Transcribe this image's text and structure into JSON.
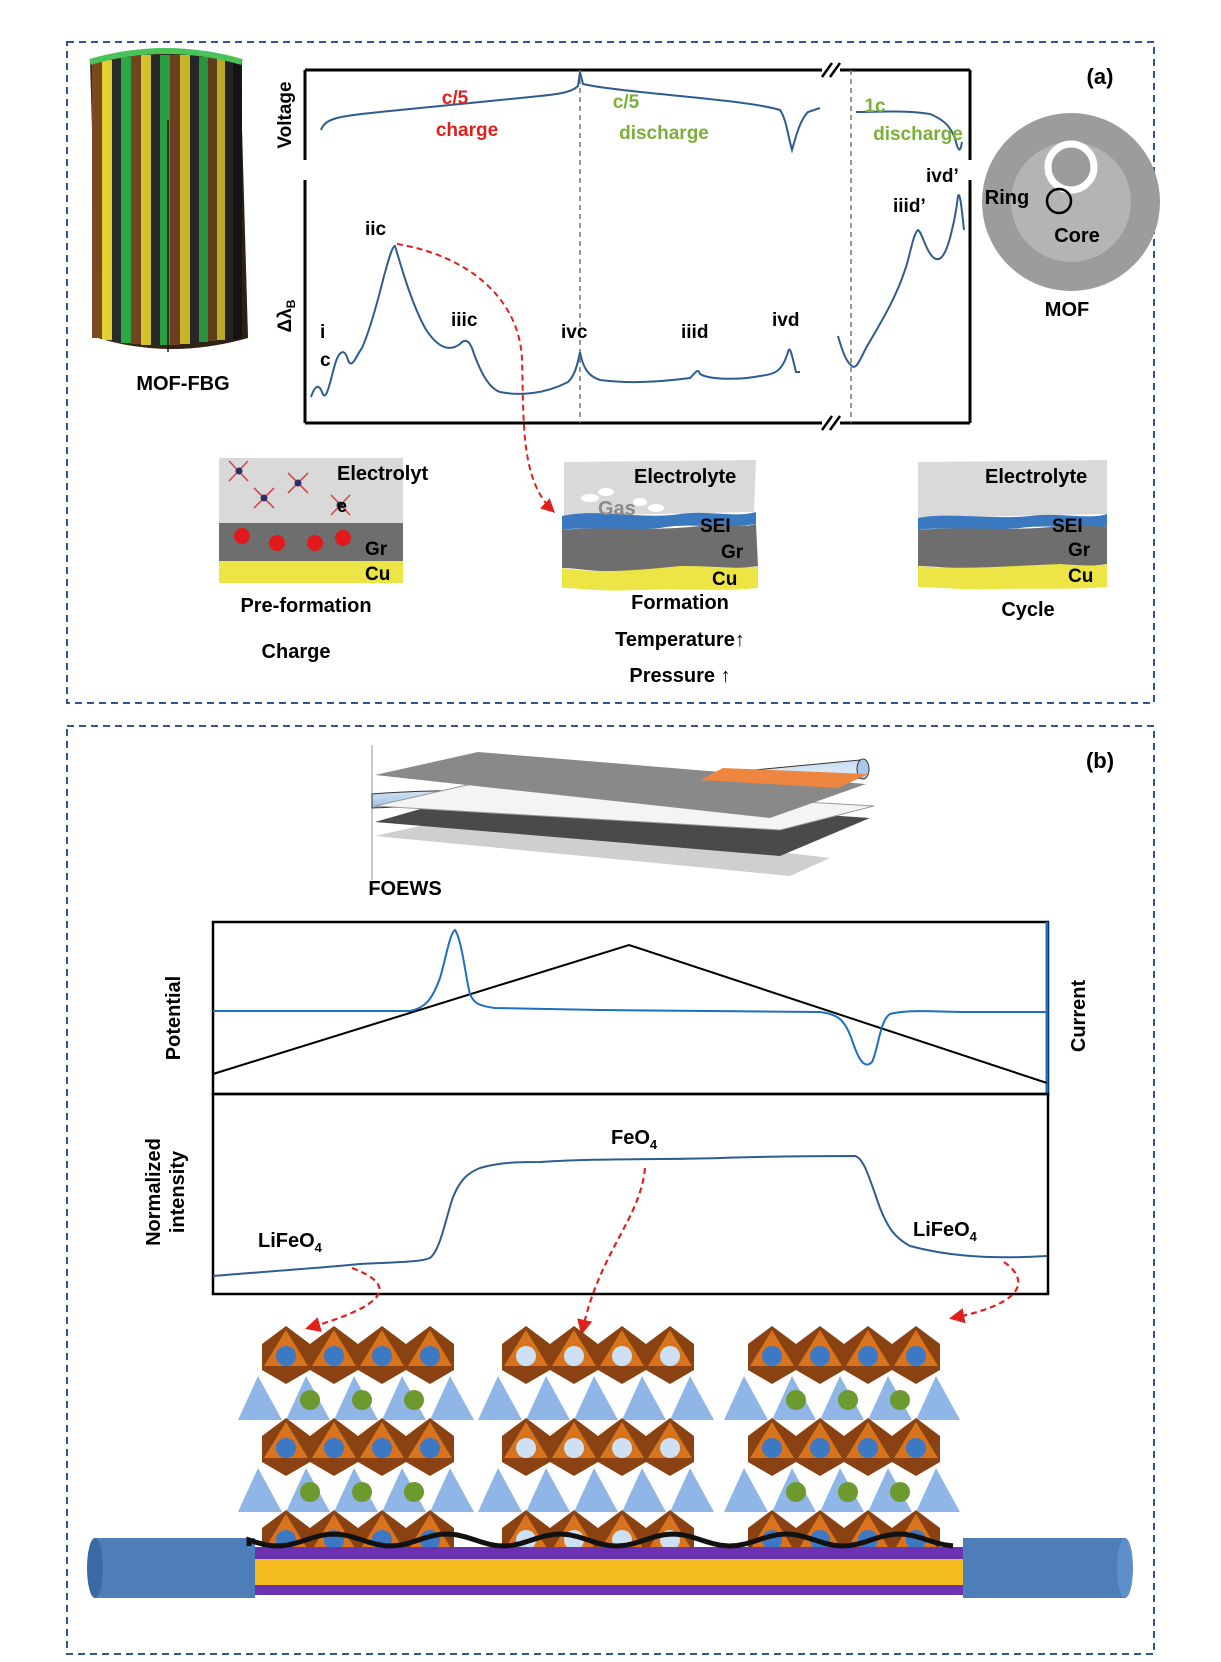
{
  "colors": {
    "panel_border": "#2e5597",
    "trace_blue": "#2f5c8f",
    "cv_blue": "#1c6fc1",
    "red": "#e0201c",
    "green": "#7ab03a",
    "gray_dark": "#6e6e6e",
    "electrolyte": "#d9d9d9",
    "cu_yellow": "#ede445",
    "sei_blue": "#3a78c0",
    "octa_orange": "#d8741e",
    "octa_brown": "#8a4212",
    "tetra_blue": "#8fb6e6",
    "fe_blue": "#3c78c4",
    "fe_light": "#cde0f4",
    "li_green": "#6d9a2f",
    "fiber_blue": "#4d7eb9",
    "strip_yellow": "#f4bb20",
    "strip_purple": "#6b33b0"
  },
  "panel_a": {
    "tag": "(a)",
    "cell_label": "MOF-FBG",
    "voltage_axis": "Voltage",
    "shift_axis_main": "Δλ",
    "shift_axis_sub": "B",
    "phases": {
      "charge_rate": "c/5",
      "charge": "charge",
      "discharge_rate": "c/5",
      "discharge": "discharge",
      "fast_rate": "1c",
      "fast": "discharge"
    },
    "peaks": {
      "i": "i",
      "c": "c",
      "iic": "iic",
      "iiic": "iiic",
      "ivc": "ivc",
      "iiid": "iiid",
      "ivd": "ivd",
      "iiid_prime": "iiid’",
      "ivd_prime": "ivd’"
    },
    "mof": {
      "ring": "Ring",
      "core": "Core",
      "label": "MOF"
    },
    "stages": {
      "pre": {
        "electrolyte": "Electrolyt",
        "li": "e",
        "gr": "Gr",
        "cu": "Cu",
        "title": "Pre-formation",
        "sub": "Charge"
      },
      "formation": {
        "electrolyte": "Electrolyte",
        "gas": "Gas",
        "sei": "SEI",
        "gr": "Gr",
        "cu": "Cu",
        "title": "Formation",
        "line1": "Temperature↑",
        "line2": "Pressure ↑"
      },
      "cycle": {
        "electrolyte": "Electrolyte",
        "sei": "SEI",
        "gr": "Gr",
        "cu": "Cu",
        "title": "Cycle"
      }
    }
  },
  "panel_b": {
    "tag": "(b)",
    "sensor_label": "FOEWS",
    "potential_axis": "Potential",
    "current_axis": "Current",
    "intensity_axis_1": "Normalized",
    "intensity_axis_2": "intensity",
    "phase_left_main": "LiFeO",
    "phase_left_sub": "4",
    "phase_mid_main": "FeO",
    "phase_mid_sub": "4",
    "phase_right_main": "LiFeO",
    "phase_right_sub": "4"
  }
}
